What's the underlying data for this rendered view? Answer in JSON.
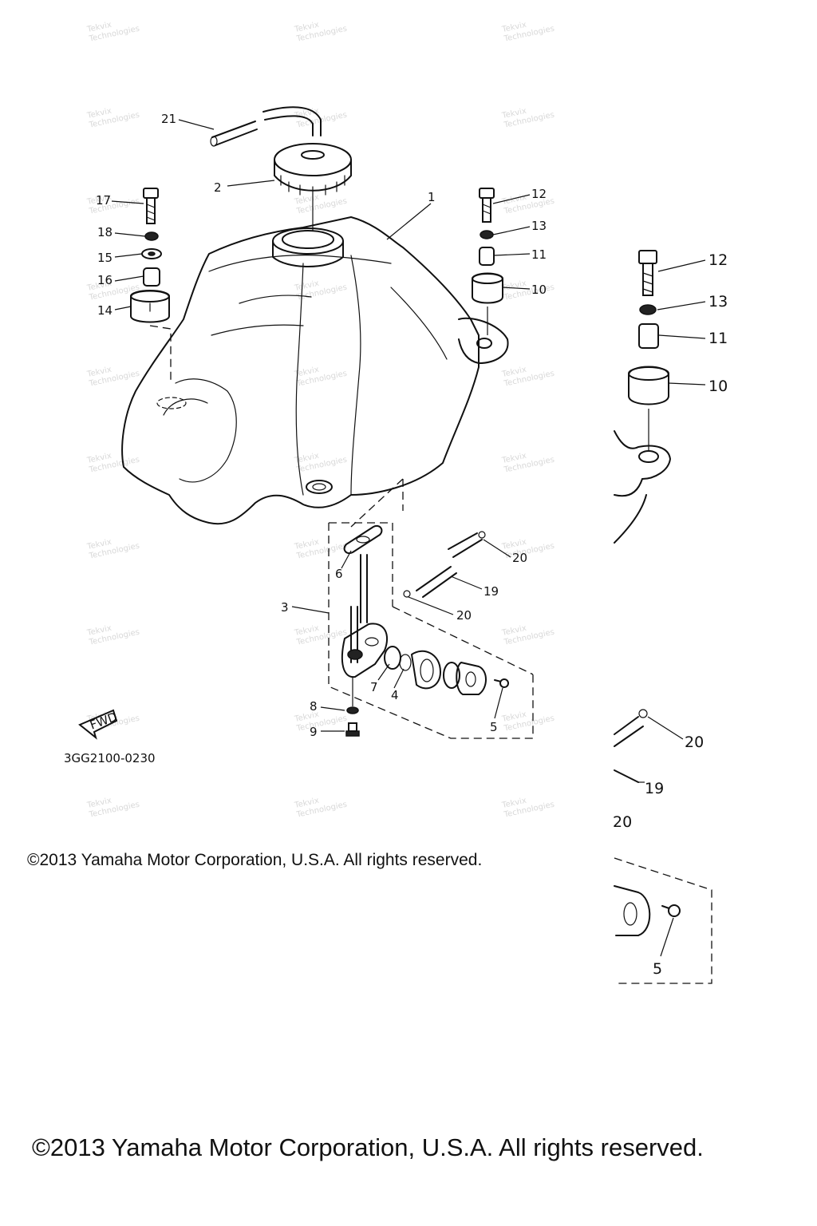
{
  "diagram": {
    "drawing_number": "3GG2100-0230",
    "fwd_label": "FWD",
    "watermark": [
      "Tekvix",
      "Technologies"
    ],
    "copyright_small": "©2013 Yamaha Motor Corporation, U.S.A. All rights reserved.",
    "copyright_large": "©2013 Yamaha Motor Corporation, U.S.A. All rights reserved.",
    "callouts": {
      "main": [
        "21",
        "2",
        "17",
        "18",
        "15",
        "16",
        "14",
        "1",
        "12",
        "13",
        "11",
        "10",
        "6",
        "20",
        "19",
        "3",
        "20",
        "7",
        "4",
        "5",
        "8",
        "9"
      ],
      "detail_top": [
        "12",
        "13",
        "11",
        "10"
      ],
      "detail_bottom": [
        "20",
        "19",
        "20",
        "5"
      ]
    }
  }
}
